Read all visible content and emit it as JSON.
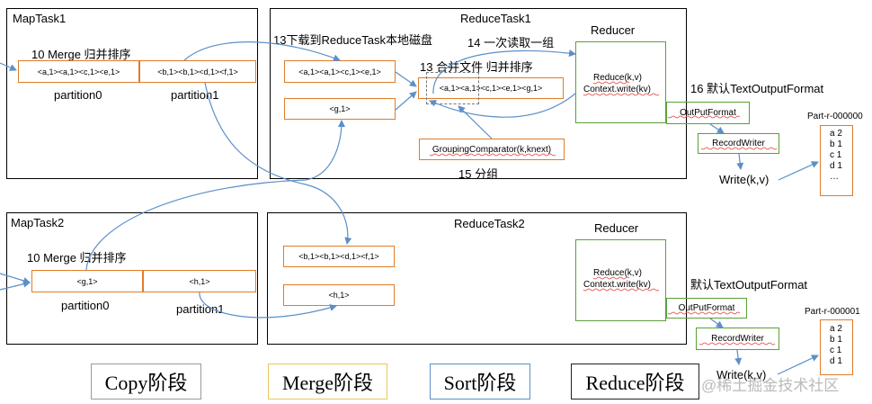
{
  "maptask1": {
    "title": "MapTask1",
    "merge": "10 Merge 归并排序",
    "cells": [
      "<a,1><a,1><c,1><e,1>",
      "<b,1><b,1><d,1><f,1>"
    ],
    "partitions": [
      "partition0",
      "partition1"
    ]
  },
  "maptask2": {
    "title": "MapTask2",
    "merge": "10 Merge 归并排序",
    "cells": [
      "<g,1>",
      "<h,1>"
    ],
    "partitions": [
      "partition0",
      "partition1"
    ]
  },
  "reducetask1": {
    "title": "ReduceTask1",
    "download": "13下载到ReduceTask本地磁盘",
    "read_group": "14 一次读取一组",
    "merge_file": "13 合并文件 归并排序",
    "box_a": "<a,1><a,1><c,1><e,1>",
    "box_g": "<g,1>",
    "merged": "<a,1><a,1><c,1><e,1><g,1>",
    "comparator": "GroupingComparator(k,knext)",
    "group_label": "15 分组",
    "reducer": {
      "title": "Reducer",
      "line1": "Reduce(k,v)",
      "line2": "Context.write(kv)"
    },
    "output_label": "16 默认TextOutputFormat",
    "outputformat": "OutPutFormat",
    "recordwriter": "RecordWriter",
    "write": "Write(k,v)",
    "file": {
      "name": "Part-r-000000",
      "lines": [
        "a 2",
        "b 1",
        "c 1",
        "d 1",
        "…"
      ]
    }
  },
  "reducetask2": {
    "title": "ReduceTask2",
    "box_b": "<b,1><b,1><d,1><f,1>",
    "box_h": "<h,1>",
    "reducer": {
      "title": "Reducer",
      "line1": "Reduce(k,v)",
      "line2": "Context.write(kv)"
    },
    "output_label": "默认TextOutputFormat",
    "outputformat": "OutPutFormat",
    "recordwriter": "RecordWriter",
    "write": "Write(k,v)",
    "file": {
      "name": "Part-r-000001",
      "lines": [
        "a 2",
        "b 1",
        "c 1",
        "d 1"
      ]
    }
  },
  "legend": [
    "Copy阶段",
    "Merge阶段",
    "Sort阶段",
    "Reduce阶段"
  ],
  "watermark": "@稀土掘金技术社区",
  "colors": {
    "arrow": "#5b8fc9",
    "orange": "#e07c28",
    "green": "#5aa13a",
    "merge_legend": "#e8c65a",
    "sort_legend": "#5b8fc9"
  }
}
